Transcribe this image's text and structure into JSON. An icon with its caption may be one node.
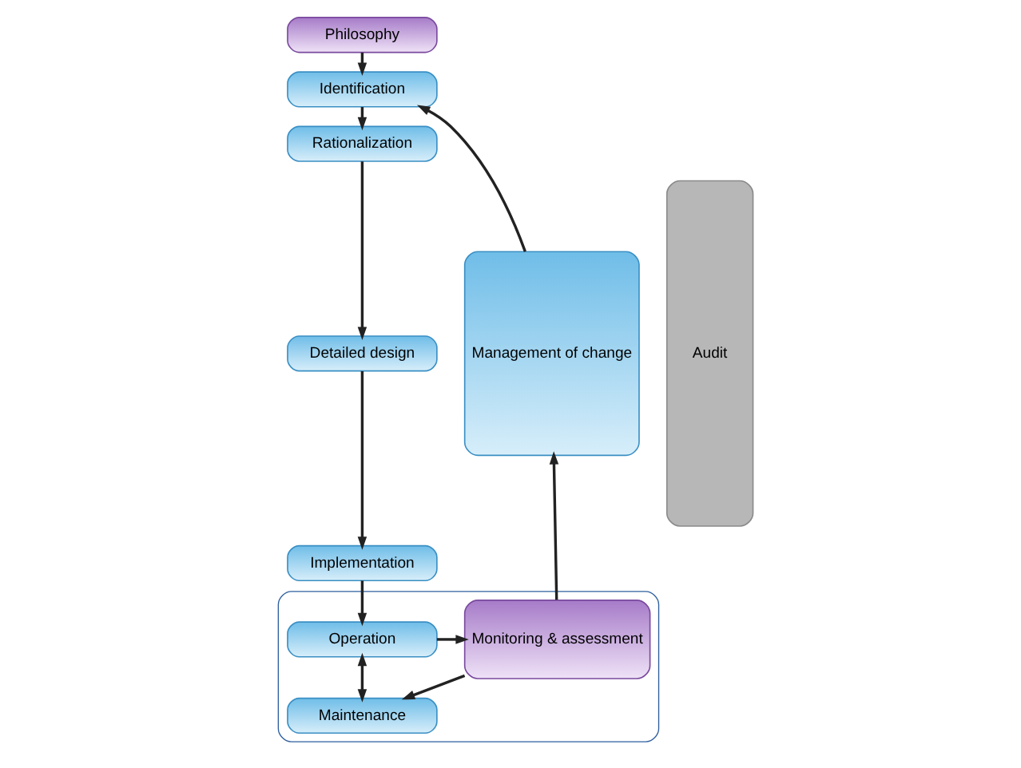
{
  "diagram": {
    "nodes": [
      {
        "text": [
          "Philosophy"
        ]
      },
      {
        "text": [
          "Identification"
        ]
      },
      {
        "text": [
          "Rationalization"
        ]
      },
      {
        "text": [
          "Detailed design"
        ]
      },
      {
        "text": [
          "Implementation"
        ]
      },
      {
        "text": [
          "Management of change"
        ]
      },
      {
        "text": [
          "Audit"
        ]
      },
      {
        "text": [],
        "shape": "box"
      },
      {
        "text": [
          "Operation"
        ],
        "in": 7
      },
      {
        "text": [
          "Maintenance"
        ],
        "in": 7
      },
      {
        "text": [
          "Monitoring & assessment"
        ],
        "in": 7
      }
    ],
    "edges": [
      {
        "from": 0,
        "to": 1,
        "arrow": "to"
      },
      {
        "from": 1,
        "to": 2,
        "arrow": "to"
      },
      {
        "from": 2,
        "to": 3,
        "arrow": "to"
      },
      {
        "from": 3,
        "to": 4,
        "arrow": "to"
      },
      {
        "from": 4,
        "to": 8,
        "arrow": "to"
      },
      {
        "from": 8,
        "to": 9,
        "arrow": "both"
      },
      {
        "from": 8,
        "to": 10,
        "arrow": "to"
      },
      {
        "from": 10,
        "to": 9,
        "arrow": "to"
      },
      {
        "from": 10,
        "to": 5,
        "arrow": "to"
      },
      {
        "from": 5,
        "to": 1,
        "arrow": "to"
      }
    ]
  }
}
